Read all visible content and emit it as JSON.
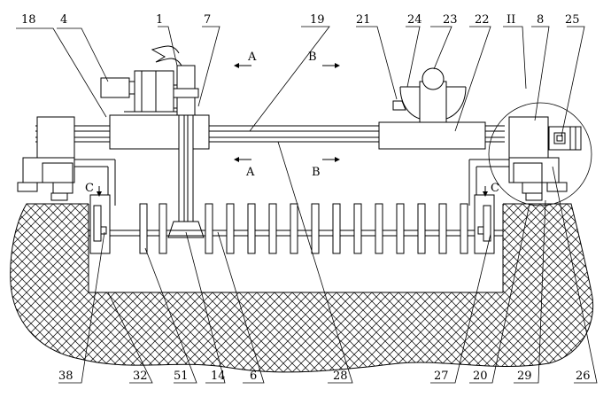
{
  "labels_top": [
    "18",
    "4",
    "1",
    "7",
    "19",
    "21",
    "24",
    "23",
    "22",
    "II",
    "8",
    "25"
  ],
  "labels_bottom": [
    "38",
    "32",
    "51",
    "14",
    "6",
    "28",
    "27",
    "20",
    "29",
    "26"
  ],
  "section_marks": {
    "a_top": "A",
    "b_top": "B",
    "a_bottom": "A",
    "b_bottom": "B",
    "c_left": "C",
    "c_right": "C"
  }
}
